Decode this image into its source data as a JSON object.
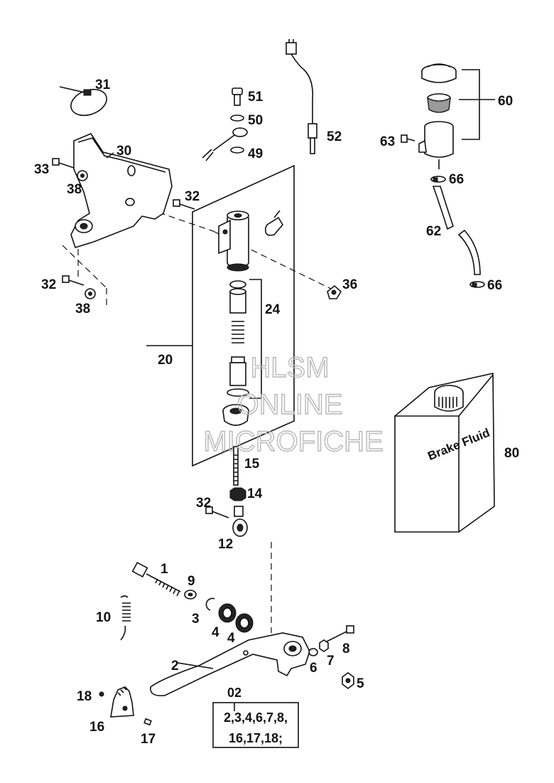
{
  "watermark": {
    "line1": "HLSM",
    "line2": "ONLINE",
    "line3": "MICROFICHE"
  },
  "container_label": "Brake Fluid",
  "kit": {
    "number": "02",
    "contents_line1": "2,3,4,6,7,8,",
    "contents_line2": "16,17,18;"
  },
  "callouts": [
    {
      "id": "c31",
      "text": "31"
    },
    {
      "id": "c30",
      "text": "30"
    },
    {
      "id": "c33",
      "text": "33"
    },
    {
      "id": "c38a",
      "text": "38"
    },
    {
      "id": "c32a",
      "text": "32"
    },
    {
      "id": "c32b",
      "text": "32"
    },
    {
      "id": "c38b",
      "text": "38"
    },
    {
      "id": "c51",
      "text": "51"
    },
    {
      "id": "c50",
      "text": "50"
    },
    {
      "id": "c49",
      "text": "49"
    },
    {
      "id": "c52",
      "text": "52"
    },
    {
      "id": "c60",
      "text": "60"
    },
    {
      "id": "c63",
      "text": "63"
    },
    {
      "id": "c66a",
      "text": "66"
    },
    {
      "id": "c62",
      "text": "62"
    },
    {
      "id": "c66b",
      "text": "66"
    },
    {
      "id": "c36",
      "text": "36"
    },
    {
      "id": "c24",
      "text": "24"
    },
    {
      "id": "c20",
      "text": "20"
    },
    {
      "id": "c80",
      "text": "80"
    },
    {
      "id": "c15",
      "text": "15"
    },
    {
      "id": "c14",
      "text": "14"
    },
    {
      "id": "c32c",
      "text": "32"
    },
    {
      "id": "c12",
      "text": "12"
    },
    {
      "id": "c1",
      "text": "1"
    },
    {
      "id": "c9",
      "text": "9"
    },
    {
      "id": "c10",
      "text": "10"
    },
    {
      "id": "c3",
      "text": "3"
    },
    {
      "id": "c4a",
      "text": "4"
    },
    {
      "id": "c4b",
      "text": "4"
    },
    {
      "id": "c8",
      "text": "8"
    },
    {
      "id": "c2",
      "text": "2"
    },
    {
      "id": "c7",
      "text": "7"
    },
    {
      "id": "c6",
      "text": "6"
    },
    {
      "id": "c5",
      "text": "5"
    },
    {
      "id": "c18",
      "text": "18"
    },
    {
      "id": "c16",
      "text": "16"
    },
    {
      "id": "c17",
      "text": "17"
    }
  ]
}
